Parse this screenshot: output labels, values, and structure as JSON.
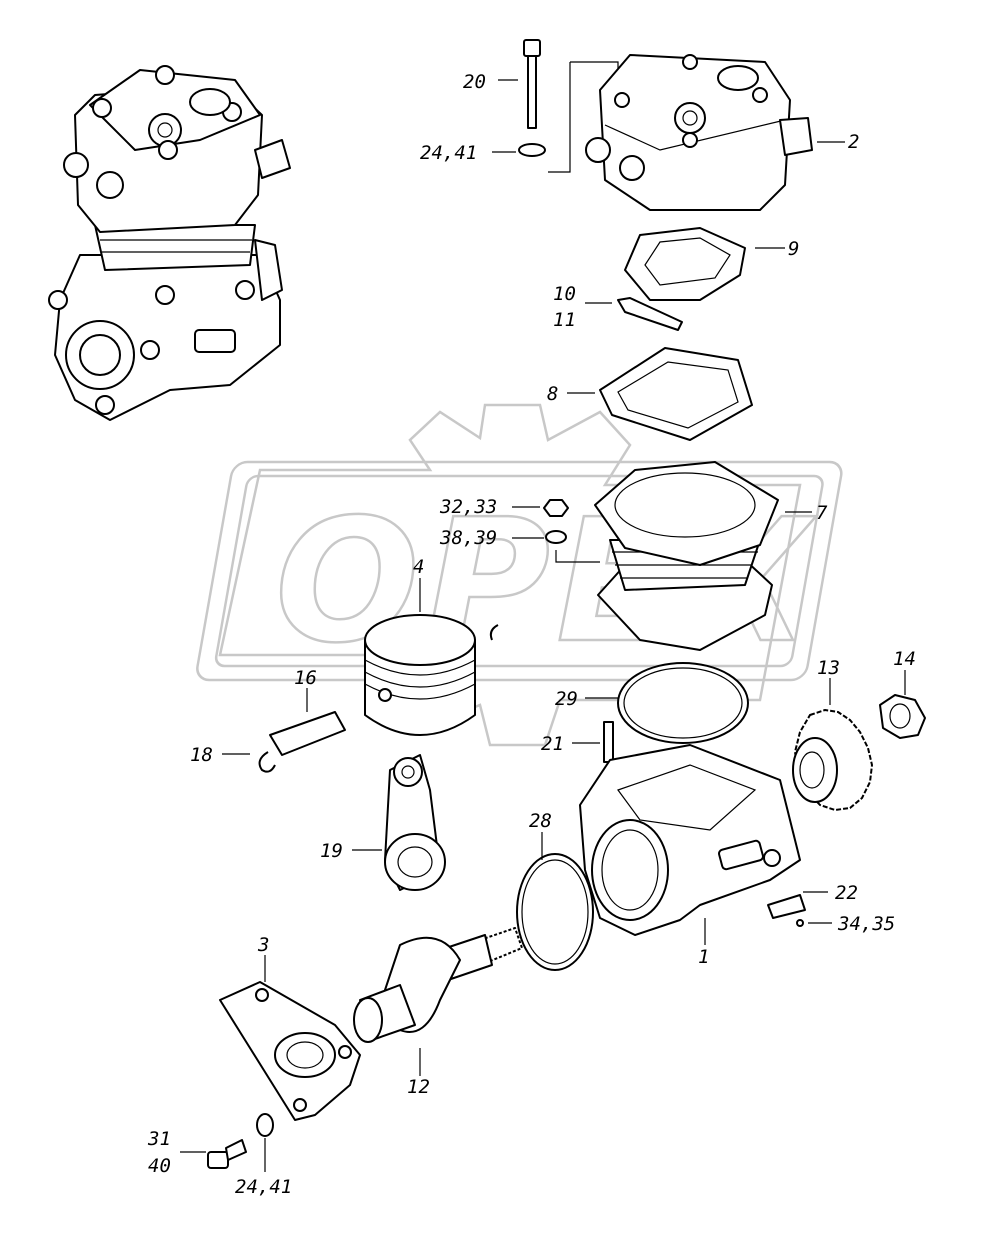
{
  "diagram": {
    "watermark": "OPEX",
    "labels": {
      "l1": "1",
      "l2": "2",
      "l3": "3",
      "l4": "4",
      "l7": "7",
      "l8": "8",
      "l9": "9",
      "l10": "10",
      "l11": "11",
      "l12": "12",
      "l13": "13",
      "l14": "14",
      "l16": "16",
      "l18": "18",
      "l19": "19",
      "l20": "20",
      "l21": "21",
      "l22": "22",
      "l24_41_top": "24,41",
      "l24_41_bottom": "24,41",
      "l28": "28",
      "l29": "29",
      "l31": "31",
      "l40": "40",
      "l32_33": "32,33",
      "l34_35": "34,35",
      "l38_39": "38,39"
    }
  }
}
